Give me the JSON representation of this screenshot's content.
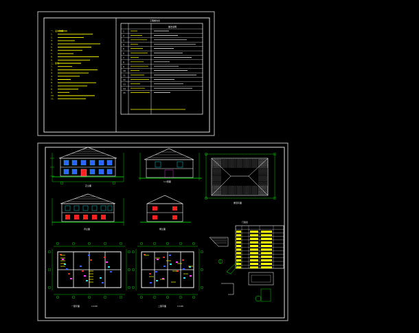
{
  "colors": {
    "background": "#000000",
    "frame": "#d8d8d8",
    "yellow": "#ffff00",
    "white": "#ffffff",
    "cyan": "#00ffff",
    "green": "#00ff00",
    "red": "#ff2020",
    "blue": "#3060ff",
    "magenta": "#ff40ff"
  },
  "notes_panel": {
    "lines": [
      "一、设计依据",
      "1.",
      "2.",
      "3.",
      "4.",
      "5.",
      "6.",
      "7.",
      "8.",
      "9.",
      "二、建筑",
      "1.",
      "2.",
      "3.",
      "4.",
      "5.",
      "6.",
      "7.",
      "8.",
      "9.",
      "10.",
      "11."
    ]
  },
  "schedule_panel": {
    "title": "工程做法表",
    "header_right": "做法说明",
    "row_labels": [
      "1",
      "2",
      "3",
      "4",
      "5",
      "6",
      "7",
      "8",
      "9",
      "10",
      "11",
      "12",
      "13",
      "14",
      "15"
    ]
  },
  "drawings": {
    "front_elevation": "正立面",
    "side_elevation_a": "1-1剖面",
    "roof_plan": "屋顶平面",
    "rear_elevation": "背立面",
    "side_elevation_b": "侧立面",
    "window_table_title": "门窗表",
    "first_floor_plan": "一层平面",
    "second_floor_plan": "二层平面",
    "scale_1_100": "1:100"
  }
}
